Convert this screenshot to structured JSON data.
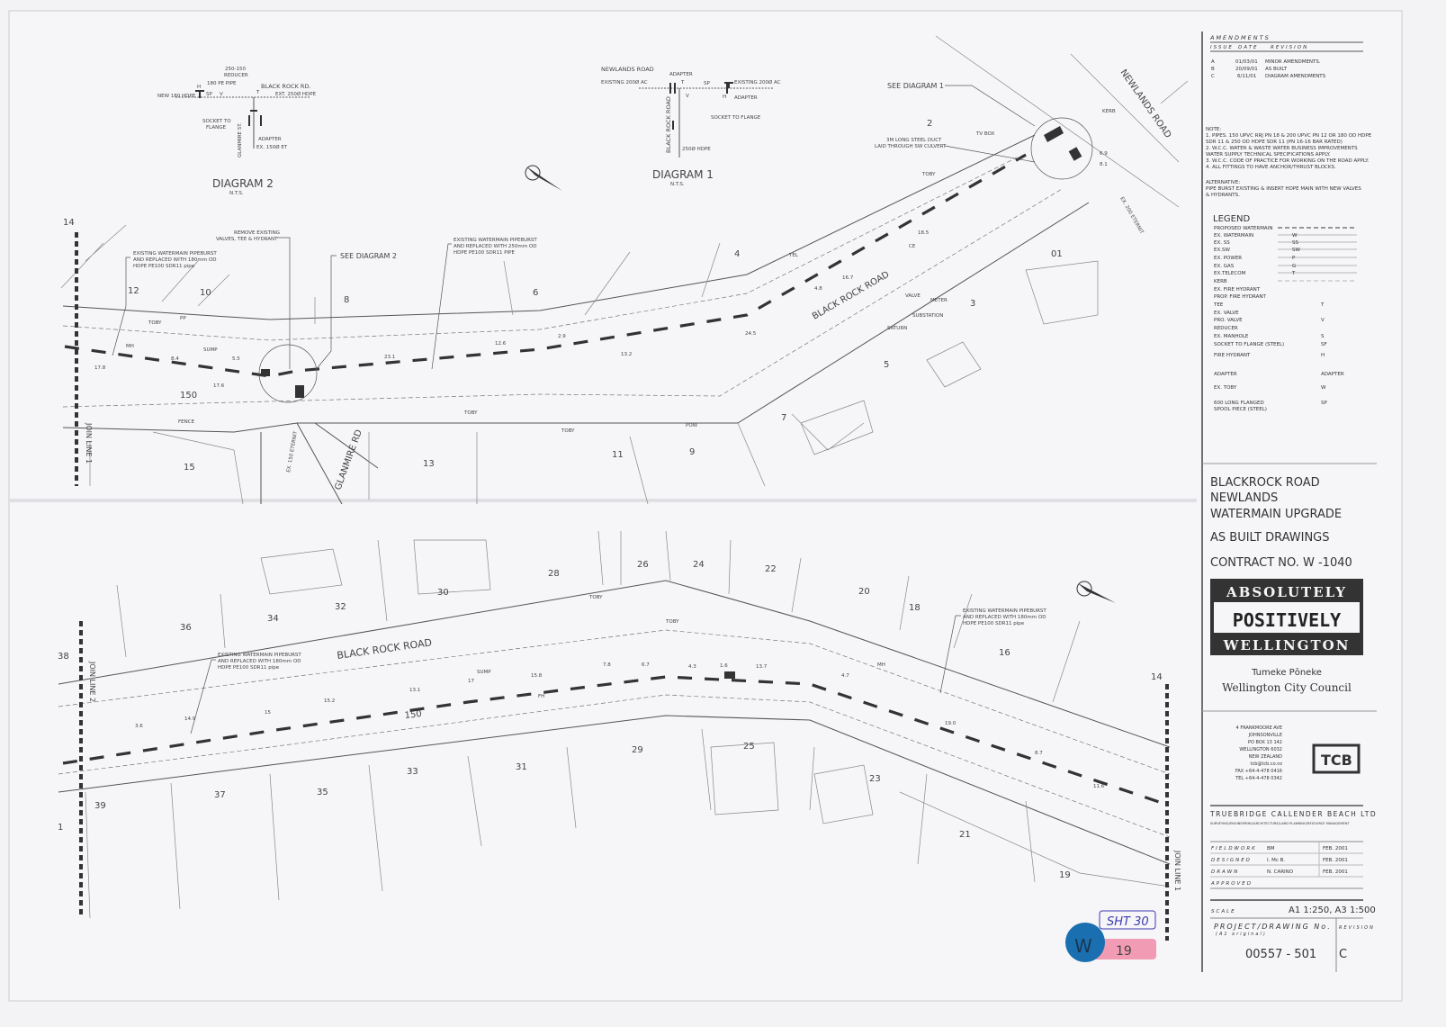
{
  "amendments": {
    "title": "AMENDMENTS",
    "headers": [
      "ISSUE",
      "DATE",
      "REVISION"
    ],
    "rows": [
      {
        "issue": "A",
        "date": "01/03/01",
        "revision": "MINOR AMENDMENTS."
      },
      {
        "issue": "B",
        "date": "20/09/01",
        "revision": "AS BUILT"
      },
      {
        "issue": "C",
        "date": "6/11/01",
        "revision": "DIAGRAM AMENDMENTS"
      }
    ]
  },
  "notes": {
    "title": "NOTE:",
    "lines": [
      "1. PIPES. 150 UPVC RRJ PN 18 & 200 UPVC PN 12 OR 180 OD HDPE",
      "SDR 11 & 250 OD HDPE SDR 11 (PN 16-16 BAR RATED)",
      "2. W.C.C. WATER & WASTE WATER BUSINESS IMPROVEMENTS",
      "WATER SUPPLY TECHNICAL SPECIFICATIONS APPLY.",
      "3. W.C.C. CODE OF PRACTICE FOR WORKING ON THE ROAD APPLY.",
      "4. ALL FITTINGS TO HAVE ANCHOR/THRUST BLOCKS."
    ],
    "alt_title": "ALTERNATIVE:",
    "alt_lines": [
      "PIPE BURST EXISTING & INSERT HDPE MAIN WITH NEW VALVES",
      "& HYDRANTS."
    ]
  },
  "legend": {
    "title": "LEGEND",
    "items": [
      {
        "label": "PROPOSED WATERMAIN",
        "sym": ""
      },
      {
        "label": "EX. WATERMAIN",
        "sym": "W"
      },
      {
        "label": "EX. SS",
        "sym": "SS"
      },
      {
        "label": "EX.SW",
        "sym": "SW"
      },
      {
        "label": "EX. POWER",
        "sym": "P"
      },
      {
        "label": "EX. GAS",
        "sym": "G"
      },
      {
        "label": "EX.TELECOM",
        "sym": "T"
      },
      {
        "label": "KERB",
        "sym": ""
      },
      {
        "label": "EX. FIRE HYDRANT",
        "sym": ""
      },
      {
        "label": "PROP. FIRE HYDRANT",
        "sym": ""
      },
      {
        "label": "TEE",
        "sym": "T"
      },
      {
        "label": "EX. VALVE",
        "sym": ""
      },
      {
        "label": "PRO. VALVE",
        "sym": "V"
      },
      {
        "label": "REDUCER",
        "sym": ""
      },
      {
        "label": "EX. MANHOLE",
        "sym": "S"
      },
      {
        "label": "SOCKET TO FLANGE (STEEL)",
        "sym": "SF"
      },
      {
        "label": "FIRE HYDRANT",
        "sym": "H"
      },
      {
        "label": "ADAPTER",
        "sym": "ADAPTER"
      },
      {
        "label": "EX. TOBY",
        "sym": "W"
      },
      {
        "label": "600 LONG FLANGED",
        "sym": "SP"
      },
      {
        "label": "SPOOL PIECE (STEEL)",
        "sym": ""
      }
    ]
  },
  "title_block": {
    "lines": [
      "BLACKROCK ROAD",
      "NEWLANDS",
      "WATERMAIN UPGRADE"
    ],
    "subtitle": "AS BUILT DRAWINGS",
    "contract": "CONTRACT NO. W -1040",
    "logo": [
      "ABSOLUTELY",
      "POSITIVELY",
      "WELLINGTON"
    ],
    "maori": "Tumeke Pōneke",
    "council": "Wellington City Council",
    "address": [
      "4 FRANKMOORE AVE",
      "JOHNSONVILLE",
      "PO BOX 13 142",
      "WELLINGTON 6032",
      "NEW ZEALAND",
      "tcb@tcb.co.nz",
      "FAX +64-4-478 0416",
      "TEL +64-4-478 0342"
    ],
    "tcb_logo": "TCB",
    "firm": "TRUEBRIDGE CALLENDER BEACH LTD",
    "firm_sub": "SURVEYING/ENGINEERING/ARCHITECTURE/LAND PLANNING/RESOURCE MANAGEMENT",
    "sign": [
      {
        "role": "FIELDWORK",
        "name": "BM",
        "date": "FEB. 2001"
      },
      {
        "role": "DESIGNED",
        "name": "I. Mc B.",
        "date": "FEB. 2001"
      },
      {
        "role": "DRAWN",
        "name": "N. CARINO",
        "date": "FEB. 2001"
      },
      {
        "role": "APPROVED",
        "name": "",
        "date": ""
      }
    ],
    "scale_label": "SCALE",
    "scale": "A1 1:250, A3 1:500",
    "project_label": "PROJECT/DRAWING No.",
    "project_sub": "(A1 original)",
    "revision_label": "REVISION",
    "drawing_no": "00557 - 501",
    "revision": "C"
  },
  "stamps": {
    "sheet": "SHT 30",
    "circle": "W",
    "tag": "19"
  },
  "diagram2": {
    "title": "DIAGRAM 2",
    "nts": "N.T.S.",
    "labels": [
      "250-150",
      "REDUCER",
      "180 PE PIPE",
      "BLACK ROCK RD.",
      "NEW 180 HDPE",
      "EXT. 250Ø HDPE",
      "SOCKET TO",
      "FLANGE",
      "GLANMIRE ST.",
      "ADAPTER",
      "EX. 150Ø ET",
      "H",
      "SP",
      "V",
      "T"
    ]
  },
  "diagram1": {
    "title": "DIAGRAM 1",
    "nts": "N.T.S.",
    "labels": [
      "NEWLANDS ROAD",
      "ADAPTER",
      "EXISTING 200Ø AC",
      "EXISTING 200Ø AC",
      "ADAPTER",
      "SOCKET TO FLANGE",
      "BLACK ROCK ROAD",
      "250Ø HDPE",
      "T",
      "V",
      "SP",
      "H"
    ]
  },
  "plan": {
    "roads": [
      "BLACK ROCK ROAD",
      "NEWLANDS ROAD",
      "GLANMIRE RD",
      "BLACK ROCK ROAD"
    ],
    "callouts": [
      "EXISTING WATERMAIN PIPEBURST",
      "AND REPLACED WITH 180mm OD",
      "HDPE PE100 SDR11 pipe",
      "REMOVE EXISTING",
      "VALVES, TEE & HYDRANT",
      "SEE DIAGRAM 2",
      "EXISTING WATERMAIN PIPEBURST",
      "AND REPLACED WITH 250mm OD",
      "HDPE PE100 SDR11 PIPE",
      "SEE DIAGRAM 1",
      "3M LONG STEEL DUCT",
      "LAID THROUGH SW CULVERT",
      "EXISTING WATERMAIN PIPEBURST",
      "AND REPLACED WITH 180mm OD",
      "HDPE PE100 SDR11 pipe",
      "EXISTING WATERMAIN PIPEBURST",
      "AND REPLACED WITH 180mm OD",
      "HDPE PE100 SDR11 pipe"
    ],
    "match_lines": [
      "JOIN LINE 1",
      "JOIN LINE 2",
      "JOIN LINE 1"
    ],
    "lots_top": [
      "14",
      "12",
      "10",
      "8",
      "6",
      "4",
      "2",
      "01",
      "3",
      "5",
      "7",
      "9",
      "11",
      "13",
      "15"
    ],
    "lots_bottom": [
      "38",
      "36",
      "34",
      "32",
      "30",
      "28",
      "26",
      "24",
      "22",
      "20",
      "18",
      "16",
      "14",
      "39",
      "37",
      "35",
      "33",
      "31",
      "29",
      "25",
      "23",
      "21",
      "19",
      "1"
    ],
    "pipe_size": [
      "150",
      "150"
    ],
    "features": [
      "TOBY",
      "PP",
      "SUMP",
      "MH",
      "FENCE",
      "TV BOX",
      "TEL",
      "CE",
      "VALVE",
      "METER",
      "SUBSTATION",
      "SATURN",
      "POW",
      "TOBY",
      "TOBY",
      "TOBY",
      "TOBY",
      "TOBY",
      "SUMP",
      "MH",
      "FH",
      "KERB",
      "EX. 200 ETERNIT",
      "EX. 150 ETERNIT"
    ],
    "dims": [
      "17.8",
      "8.4",
      "17.6",
      "5.5",
      "23.1",
      "12.6",
      "2.9",
      "13.2",
      "24.5",
      "16.7",
      "18.5",
      "4.8",
      "3.6",
      "14.9",
      "15",
      "15.2",
      "13.1",
      "17",
      "15.8",
      "7.8",
      "6.7",
      "4.3",
      "1.6",
      "13.7",
      "4.7",
      "19.0",
      "8.7",
      "11.6",
      "6.9",
      "8.1"
    ]
  },
  "colors": {
    "paper": "#f3f2f5",
    "ink": "#444444",
    "stamp_blue": "#1a6fb0",
    "stamp_pink": "#f29bb5",
    "pen": "#3b3bb0"
  }
}
